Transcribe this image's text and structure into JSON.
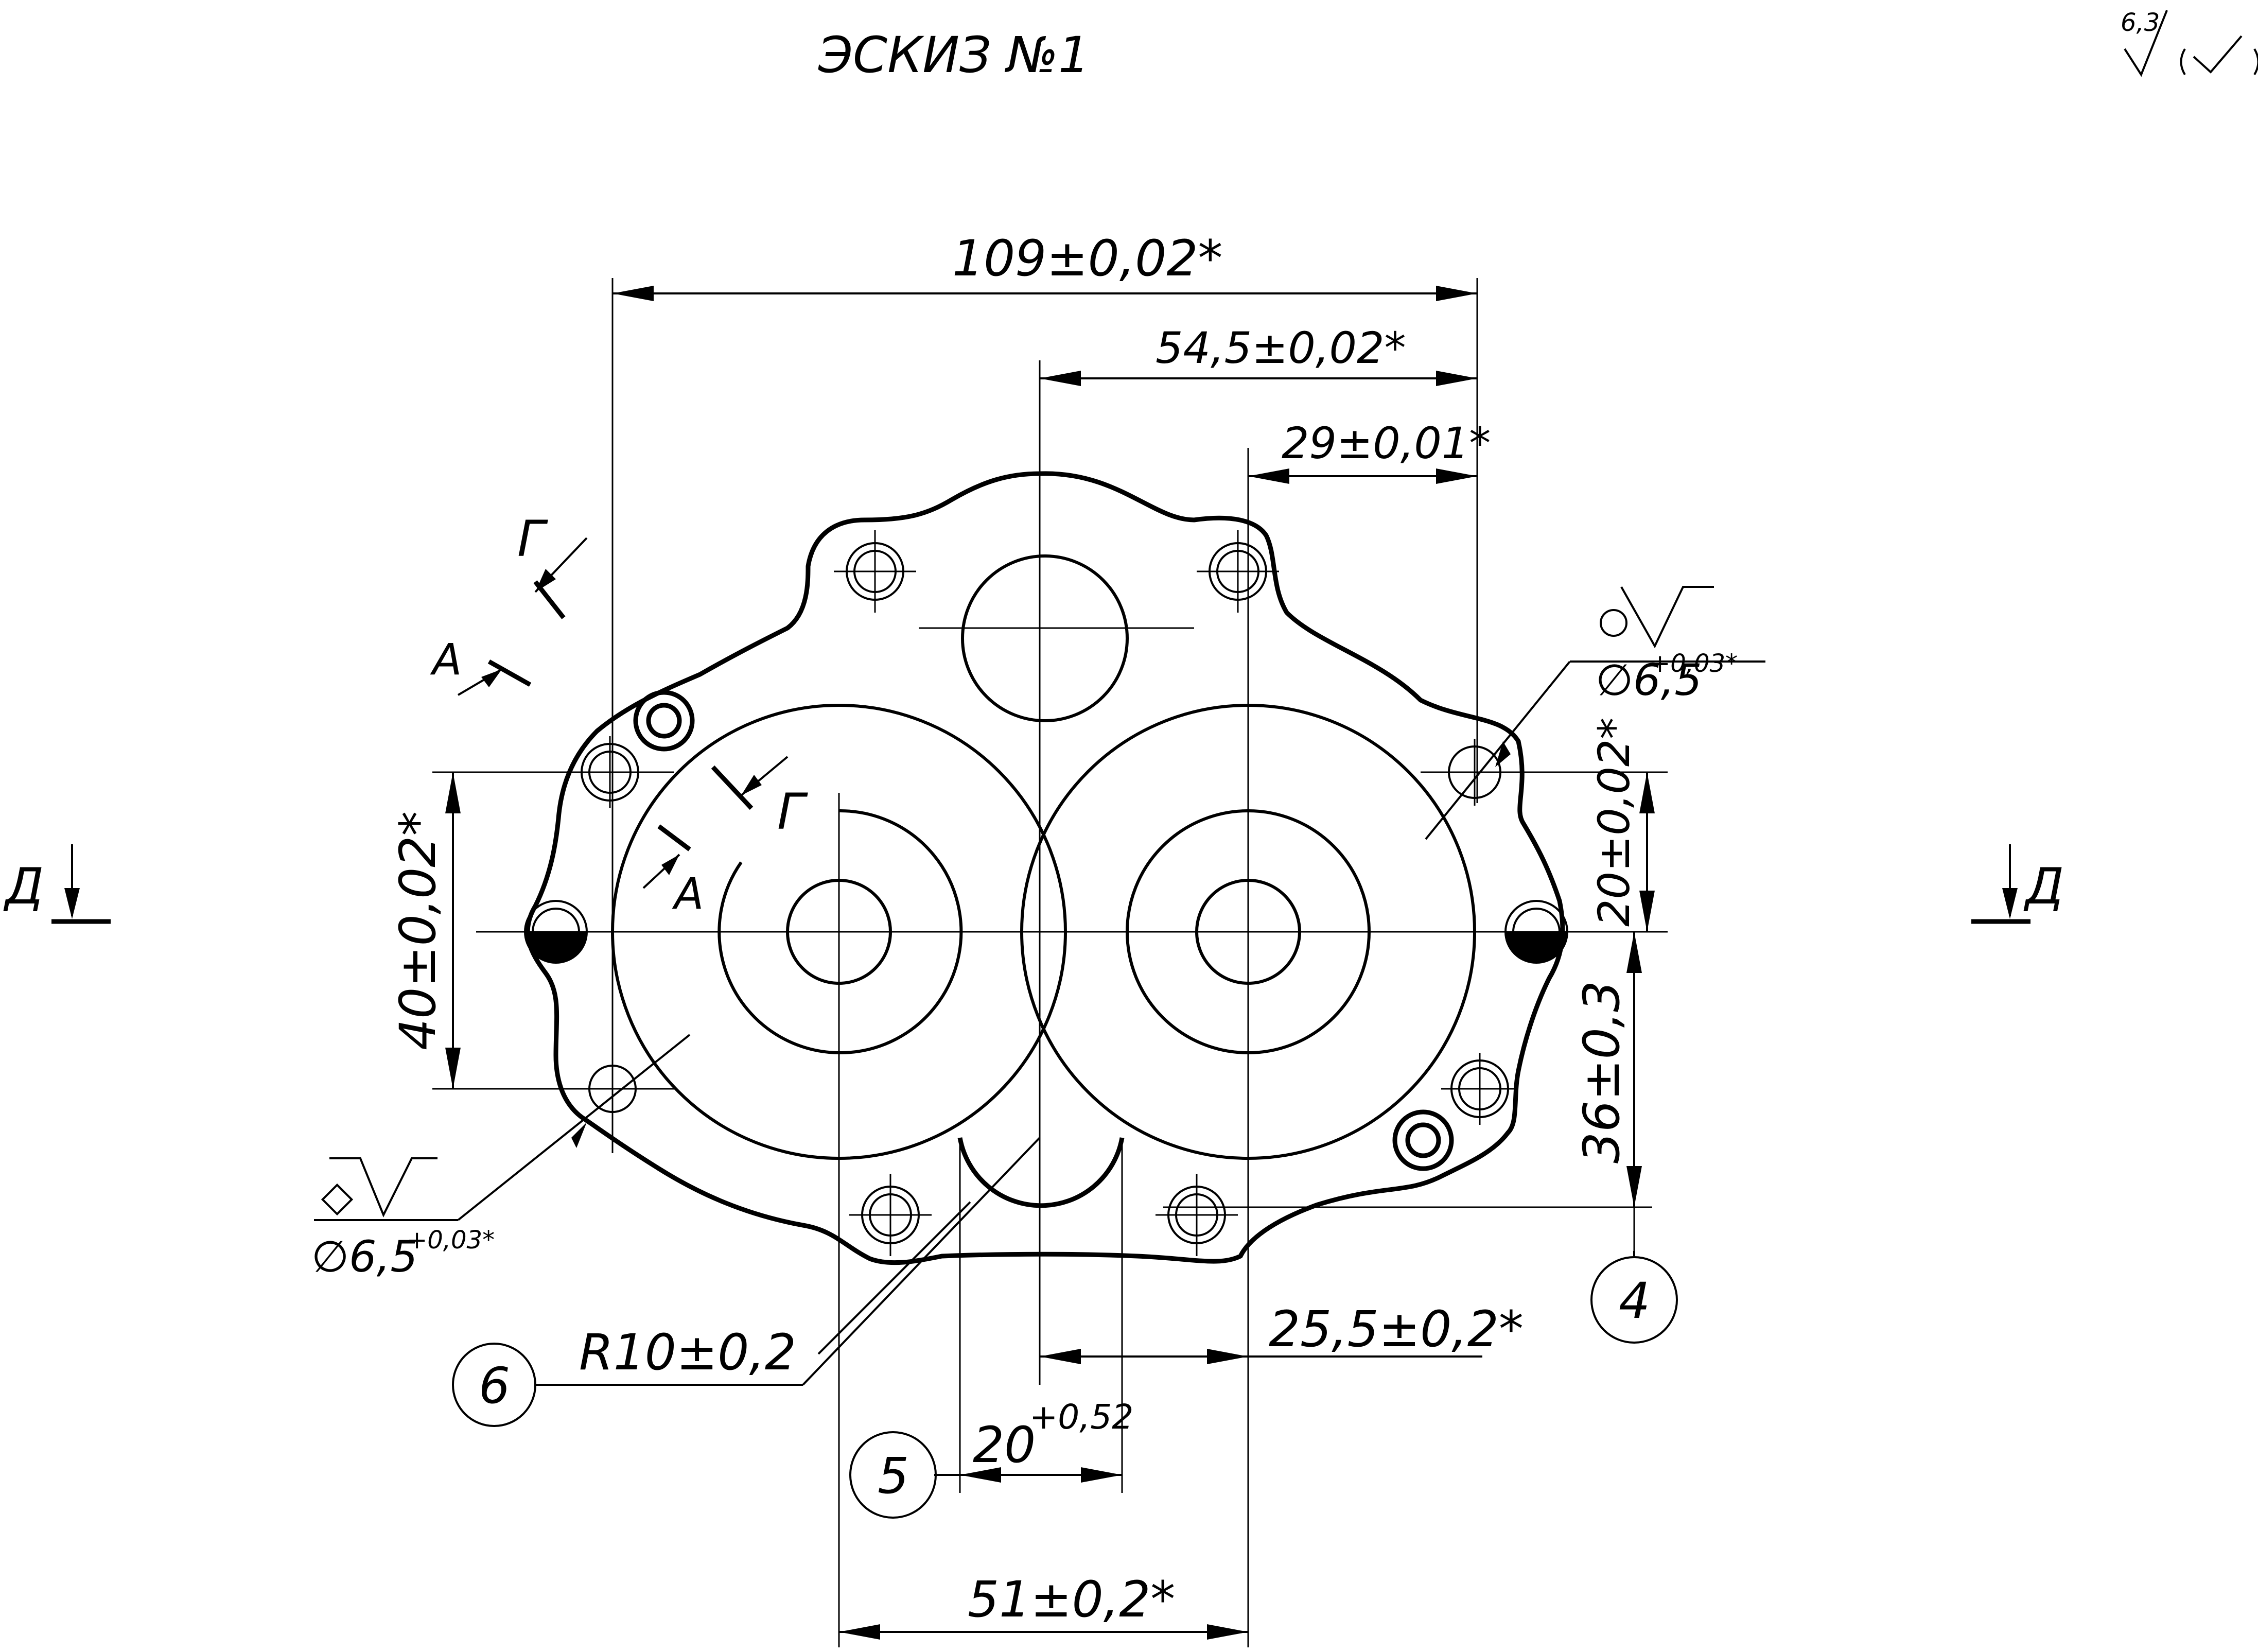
{
  "title": "ЭСКИЗ №1",
  "roughness_general": "6,3",
  "dimensions": {
    "overall_width": "109±0,02*",
    "center_offset": "54,5±0,02*",
    "hole_offset_right": "29±0,01*",
    "hole_vertical_left": "40±0,02*",
    "hole_vertical_right": "20±0,02*",
    "bottom_vertical": "36±0,3",
    "lower_right": "25,5±0,2*",
    "slot_width_base": "20",
    "slot_width_tol": "+0,52",
    "bottom_width": "51±0,2*",
    "radius": "R10±0,2",
    "hole_right": "∅6,5",
    "hole_right_tol": "+0,03*",
    "hole_left": "∅6,5",
    "hole_left_tol": "+0,03*"
  },
  "sections": {
    "a_upper": "А",
    "a_lower": "А",
    "g_upper": "Г",
    "g_lower": "Г",
    "d_left": "Д",
    "d_right": "Д"
  },
  "balloons": {
    "b4": "4",
    "b5": "5",
    "b6": "6"
  }
}
